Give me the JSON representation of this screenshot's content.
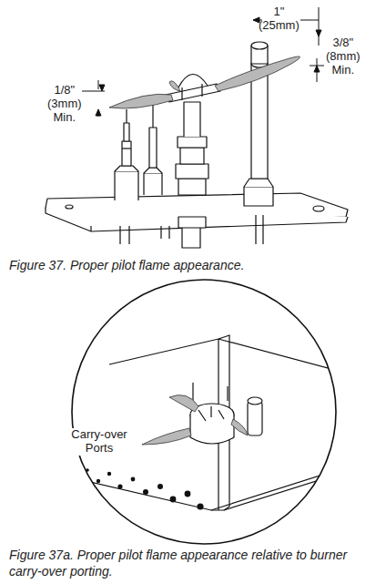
{
  "diagram": {
    "labels": [
      "1/8\" (3mm) Min.",
      "1\" (25mm)",
      "3/8\" (8mm) Min.",
      "Figure 37. Proper pilot flame appearance.",
      "Carry-over Ports",
      "Figure 37a. Proper pilot flame appearance relative to burner carry-over porting."
    ]
  }
}
